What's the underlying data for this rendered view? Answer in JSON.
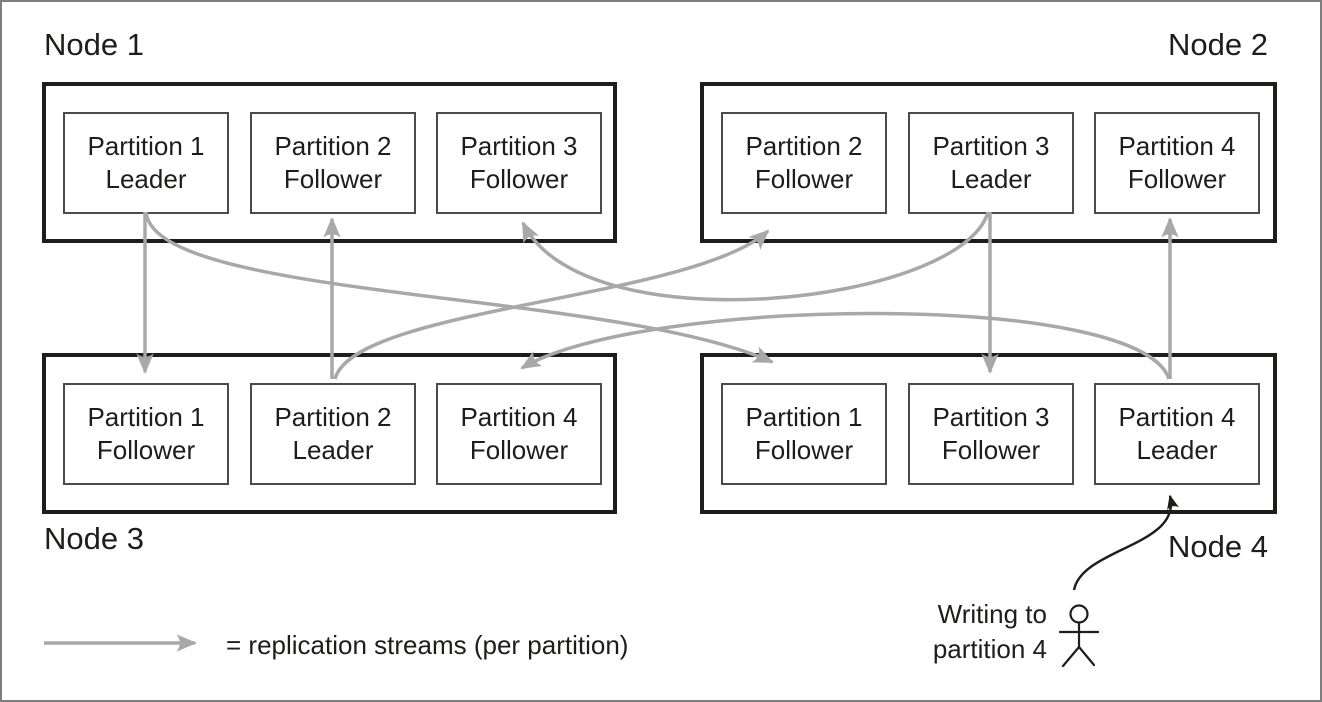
{
  "figure": {
    "nodes": [
      {
        "label": "Node 1",
        "partitions": [
          {
            "line1": "Partition 1",
            "line2": "Leader"
          },
          {
            "line1": "Partition 2",
            "line2": "Follower"
          },
          {
            "line1": "Partition 3",
            "line2": "Follower"
          }
        ]
      },
      {
        "label": "Node 2",
        "partitions": [
          {
            "line1": "Partition 2",
            "line2": "Follower"
          },
          {
            "line1": "Partition 3",
            "line2": "Leader"
          },
          {
            "line1": "Partition 4",
            "line2": "Follower"
          }
        ]
      },
      {
        "label": "Node 3",
        "partitions": [
          {
            "line1": "Partition 1",
            "line2": "Follower"
          },
          {
            "line1": "Partition 2",
            "line2": "Leader"
          },
          {
            "line1": "Partition 4",
            "line2": "Follower"
          }
        ]
      },
      {
        "label": "Node 4",
        "partitions": [
          {
            "line1": "Partition 1",
            "line2": "Follower"
          },
          {
            "line1": "Partition 3",
            "line2": "Follower"
          },
          {
            "line1": "Partition 4",
            "line2": "Leader"
          }
        ]
      }
    ],
    "legend": {
      "label": "= replication streams (per partition)"
    },
    "writer": {
      "line1": "Writing to",
      "line2": "partition 4"
    },
    "streams": [
      {
        "partition": 1,
        "from": "Node 1 / Partition 1 Leader",
        "to": "Node 3 / Partition 1 Follower"
      },
      {
        "partition": 1,
        "from": "Node 1 / Partition 1 Leader",
        "to": "Node 4 / Partition 1 Follower"
      },
      {
        "partition": 2,
        "from": "Node 3 / Partition 2 Leader",
        "to": "Node 1 / Partition 2 Follower"
      },
      {
        "partition": 2,
        "from": "Node 3 / Partition 2 Leader",
        "to": "Node 2 / Partition 2 Follower"
      },
      {
        "partition": 3,
        "from": "Node 2 / Partition 3 Leader",
        "to": "Node 1 / Partition 3 Follower"
      },
      {
        "partition": 3,
        "from": "Node 2 / Partition 3 Leader",
        "to": "Node 4 / Partition 3 Follower"
      },
      {
        "partition": 4,
        "from": "Node 4 / Partition 4 Leader",
        "to": "Node 2 / Partition 4 Follower"
      },
      {
        "partition": 4,
        "from": "Node 4 / Partition 4 Leader",
        "to": "Node 3 / Partition 4 Follower"
      }
    ],
    "writer_annotation": {
      "from": "client (stick figure)",
      "to": "Node 4 / Partition 4 Leader"
    },
    "colors": {
      "ink": "#1d1d1b",
      "stream_arrow_gray": "#a8a8a8",
      "node_border": "#1d1d1b",
      "partition_border": "#4b4b4d",
      "frame_border": "#7e7e7e",
      "background": "#ffffff"
    }
  }
}
